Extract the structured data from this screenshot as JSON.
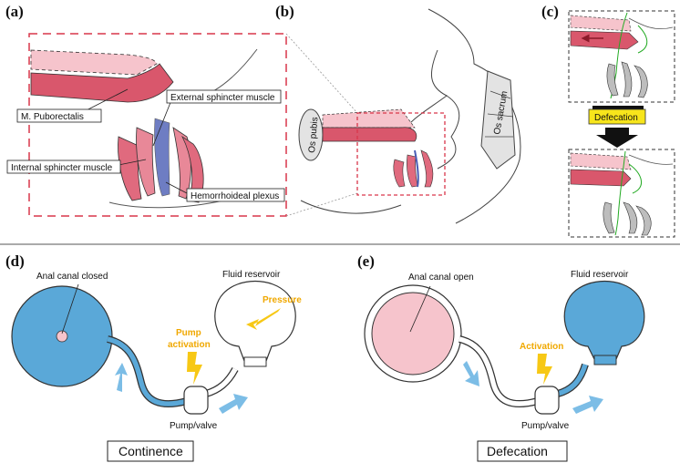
{
  "panels": {
    "a": "(a)",
    "b": "(b)",
    "c": "(c)",
    "d": "(d)",
    "e": "(e)"
  },
  "anatomy": {
    "puborectalis": "M. Puborectalis",
    "external_sphincter": "External sphincter muscle",
    "internal_sphincter": "Internal sphincter muscle",
    "hemorrhoideal_plexus": "Hemorrhoideal plexus",
    "os_pubis": "Os pubis",
    "os_sacrum": "Os sacrum",
    "defecation_badge": "Defecation"
  },
  "continence": {
    "anal_canal": "Anal canal closed",
    "reservoir": "Fluid reservoir",
    "pressure": "Pressure",
    "pump_activation_1": "Pump",
    "pump_activation_2": "activation",
    "pump_valve": "Pump/valve",
    "caption": "Continence"
  },
  "defecation": {
    "anal_canal": "Anal canal open",
    "reservoir": "Fluid reservoir",
    "activation": "Activation",
    "pump_valve": "Pump/valve",
    "caption": "Defecation"
  },
  "colors": {
    "muscle": "#d9576c",
    "muscle_light": "#f6c4cc",
    "fluid_blue": "#5aa8d8",
    "arrow_blue": "#7cbde6",
    "arrow_orange": "#f7c815",
    "dash_red": "#d9364a",
    "badge_yellow": "#f7e51b"
  }
}
